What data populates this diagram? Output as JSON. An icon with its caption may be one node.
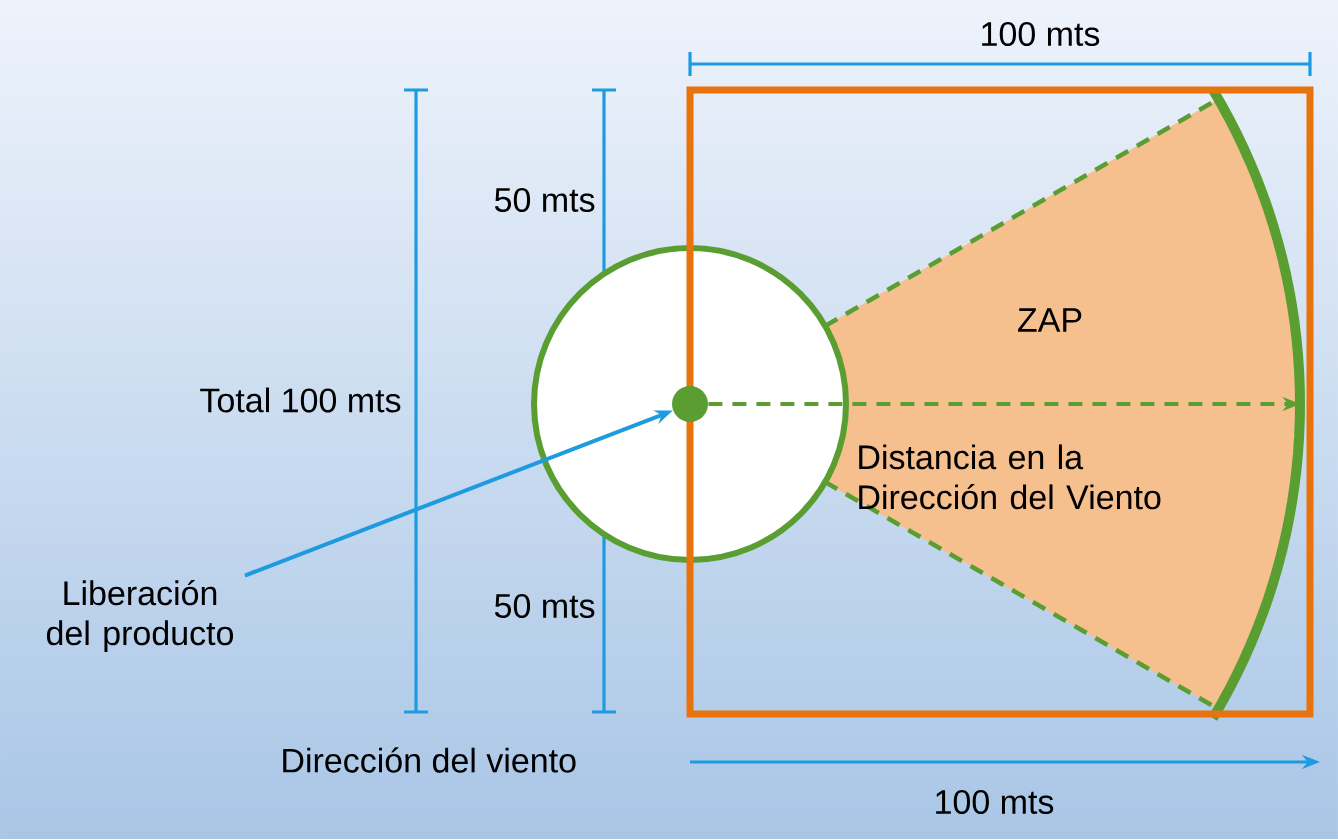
{
  "diagram": {
    "nodes": [
      {
        "text": [
          "Liberación del producto"
        ]
      },
      {
        "text": [],
        "shape": "circle"
      },
      {
        "text": [],
        "shape": "circle",
        "in": 1
      },
      {
        "text": [],
        "shape": "box"
      },
      {
        "text": [
          "ZAP",
          "Distancia en la Dirección del Viento"
        ],
        "in": 3
      }
    ],
    "edges": [
      {
        "from": 0,
        "to": 2,
        "arrow": "to",
        "color": "#1e9be0"
      },
      {
        "from": 2,
        "to": 4,
        "arrow": "to",
        "style": "dashed",
        "color": "#5a9e32"
      }
    ],
    "labels": [
      "100 mts",
      "50 mts",
      "Total 100 mts",
      "50 mts",
      "Dirección del viento",
      "100 mts"
    ]
  }
}
